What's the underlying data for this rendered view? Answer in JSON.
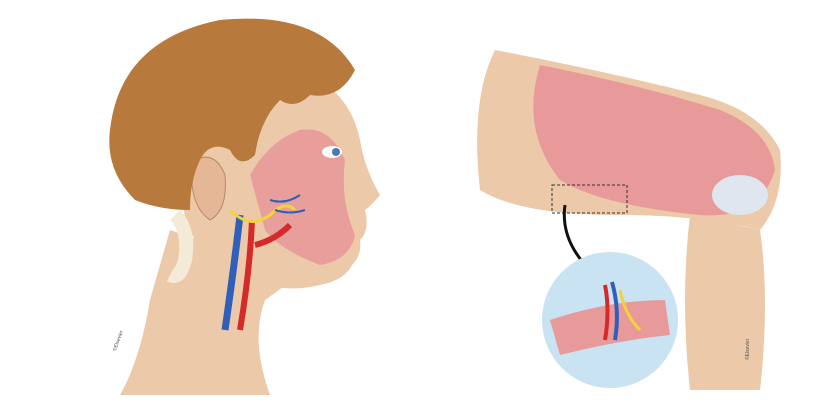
{
  "illustration": {
    "left_panel": "head-face-muscle-flap",
    "right_panel": "arm-shoulder-muscle-flap-with-inset",
    "watermark_left": "©Elsevier",
    "watermark_right": "©Elsevier"
  },
  "colors": {
    "skin": "#ecc9a8",
    "muscle": "#e89a9a",
    "hair": "#b77a3c",
    "artery": "#d42a2a",
    "vein": "#2f5fb8",
    "nerve": "#f2d33c",
    "inset_bg": "#c9e3f2"
  }
}
